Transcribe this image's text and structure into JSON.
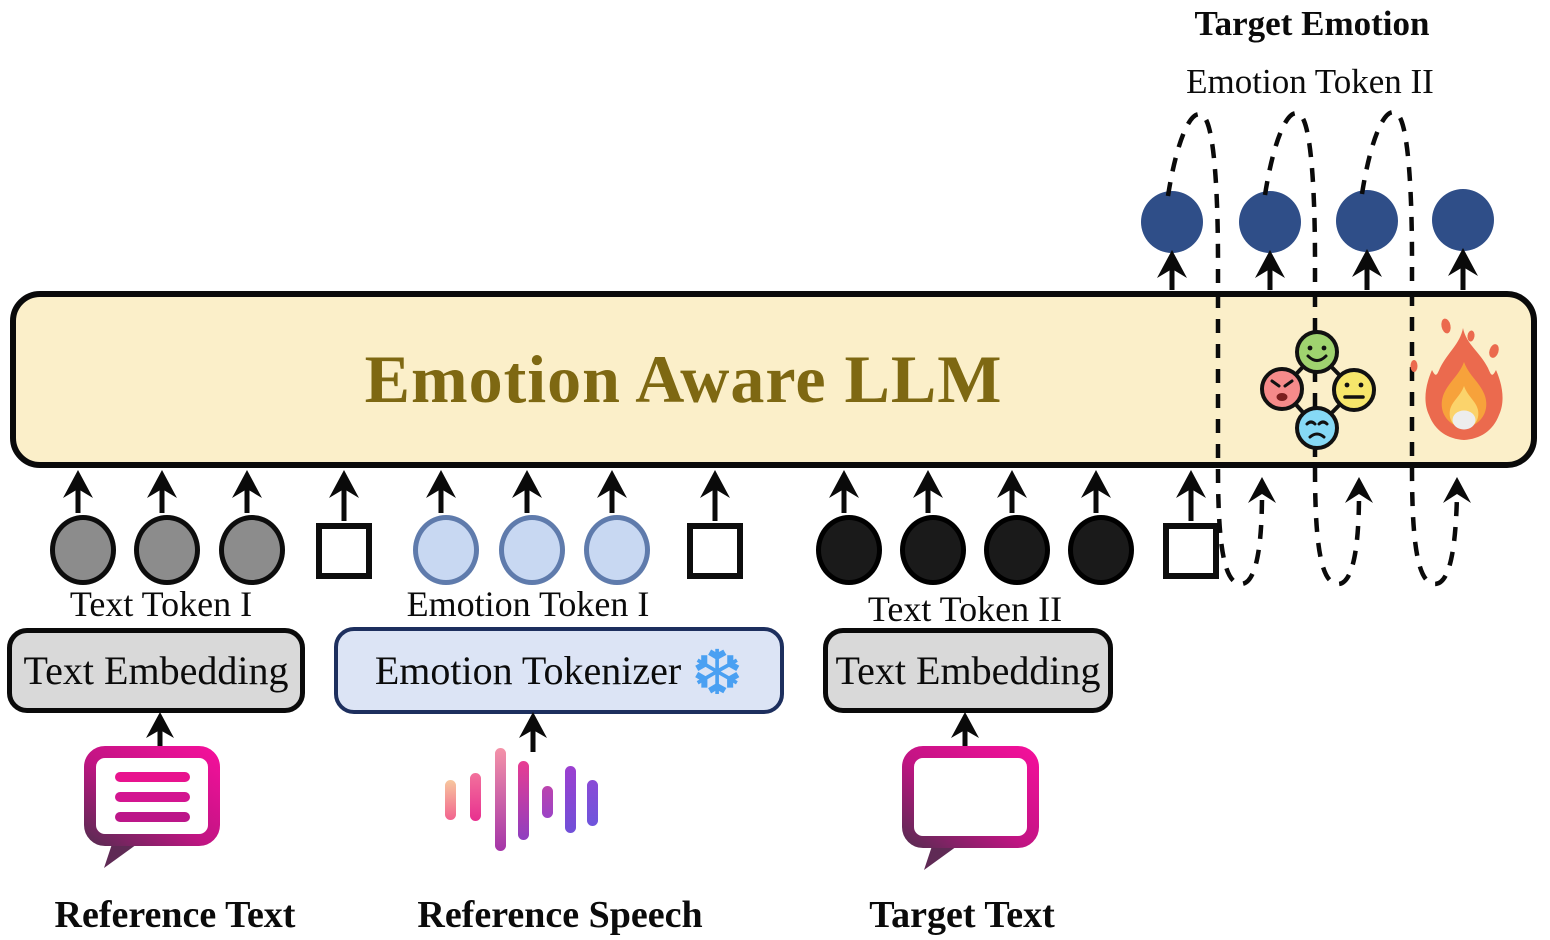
{
  "output_section": {
    "title": "Target Emotion",
    "subtitle": "Emotion Token  II",
    "token_color": "#2F4E88",
    "token_count": 4,
    "feedback_loops": 3
  },
  "llm": {
    "label": "Emotion Aware LLM",
    "box_fill": "#FBEFC9",
    "text_color": "#7E6812",
    "emotion_faces": [
      "happy",
      "angry",
      "neutral",
      "sad"
    ],
    "face_colors": {
      "happy": "#9FD36F",
      "angry": "#F58A8A",
      "neutral": "#F6E66B",
      "sad": "#86D9F5"
    },
    "fire_icon": "fire-icon"
  },
  "input_tokens": {
    "groups": [
      {
        "label": "Text Token I",
        "type": "circle",
        "count": 3,
        "fill": "#8C8C8C"
      },
      {
        "label": "Emotion Token  I",
        "type": "circle",
        "count": 3,
        "fill": "#C8D8F2"
      },
      {
        "label": "Text Token II",
        "type": "circle",
        "count": 4,
        "fill": "#1a1a1a"
      }
    ],
    "separator": {
      "type": "square",
      "count": 3,
      "fill": "#FFFFFF"
    }
  },
  "modules": [
    {
      "label": "Text Embedding",
      "fill": "#D9D9D9"
    },
    {
      "label": "Emotion Tokenizer",
      "fill": "#DCE4F5",
      "icon": "snowflake-icon",
      "frozen": true
    },
    {
      "label": "Text Embedding",
      "fill": "#D9D9D9"
    }
  ],
  "sources": [
    {
      "label": "Reference Text",
      "icon": "speech-bubble-text-icon"
    },
    {
      "label": "Reference Speech",
      "icon": "audio-waveform-icon"
    },
    {
      "label": "Target Text",
      "icon": "speech-bubble-empty-icon"
    }
  ],
  "glyphs": {
    "snowflake": "❆"
  },
  "accent_colors": {
    "bubble_gradient_start": "#F2109A",
    "bubble_gradient_end": "#5F2A55",
    "waveform_start": "#F7C79E",
    "waveform_end": "#6E55DC",
    "snowflake_blue": "#4AA0F2"
  }
}
